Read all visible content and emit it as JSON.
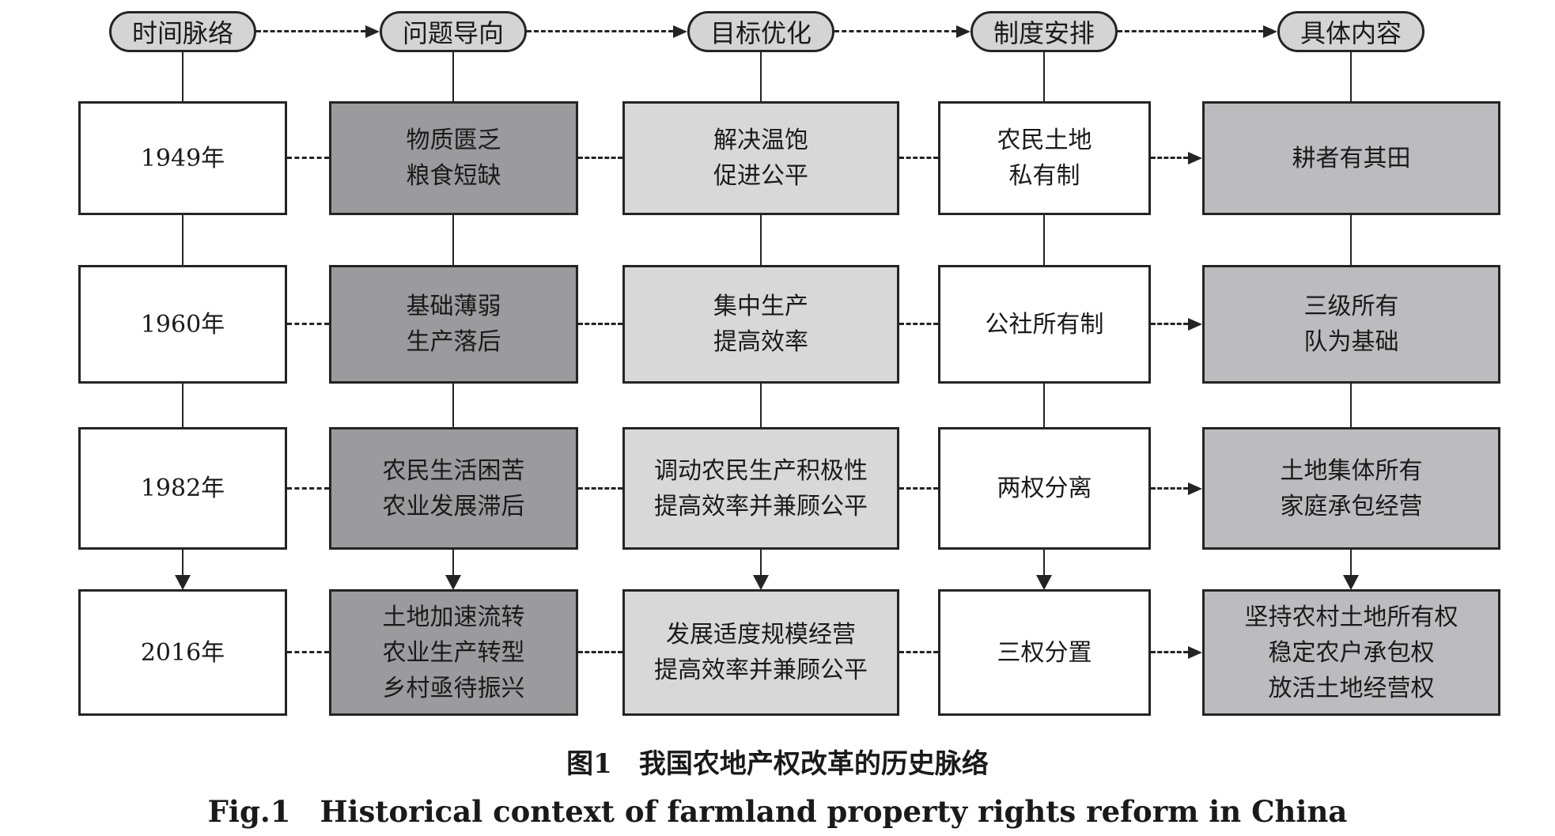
{
  "figure": {
    "caption_zh": "图1　我国农地产权改革的历史脉络",
    "caption_en": "Fig.1　Historical context of farmland property rights reform in China"
  },
  "colors": {
    "problem_fill": "#9b9b9d",
    "goal_fill": "#d8d8d8",
    "content_fill": "#bcbcbe",
    "header_fill": "#d4d4d4",
    "white_fill": "#ffffff",
    "line": "#242424"
  },
  "headers": [
    {
      "id": "time",
      "label": "时间脉络"
    },
    {
      "id": "problem",
      "label": "问题导向"
    },
    {
      "id": "goal",
      "label": "目标优化"
    },
    {
      "id": "institution",
      "label": "制度安排"
    },
    {
      "id": "content",
      "label": "具体内容"
    }
  ],
  "rows": [
    {
      "year": "1949年",
      "problem": "物质匮乏\n粮食短缺",
      "goal": "解决温饱\n促进公平",
      "institution": "农民土地\n私有制",
      "content": "耕者有其田"
    },
    {
      "year": "1960年",
      "problem": "基础薄弱\n生产落后",
      "goal": "集中生产\n提高效率",
      "institution": "公社所有制",
      "content": "三级所有\n队为基础"
    },
    {
      "year": "1982年",
      "problem": "农民生活困苦\n农业发展滞后",
      "goal": "调动农民生产积极性\n提高效率并兼顾公平",
      "institution": "两权分离",
      "content": "土地集体所有\n家庭承包经营"
    },
    {
      "year": "2016年",
      "problem": "土地加速流转\n农业生产转型\n乡村亟待振兴",
      "goal": "发展适度规模经营\n提高效率并兼顾公平",
      "institution": "三权分置",
      "content": "坚持农村土地所有权\n稳定农户承包权\n放活土地经营权"
    }
  ]
}
